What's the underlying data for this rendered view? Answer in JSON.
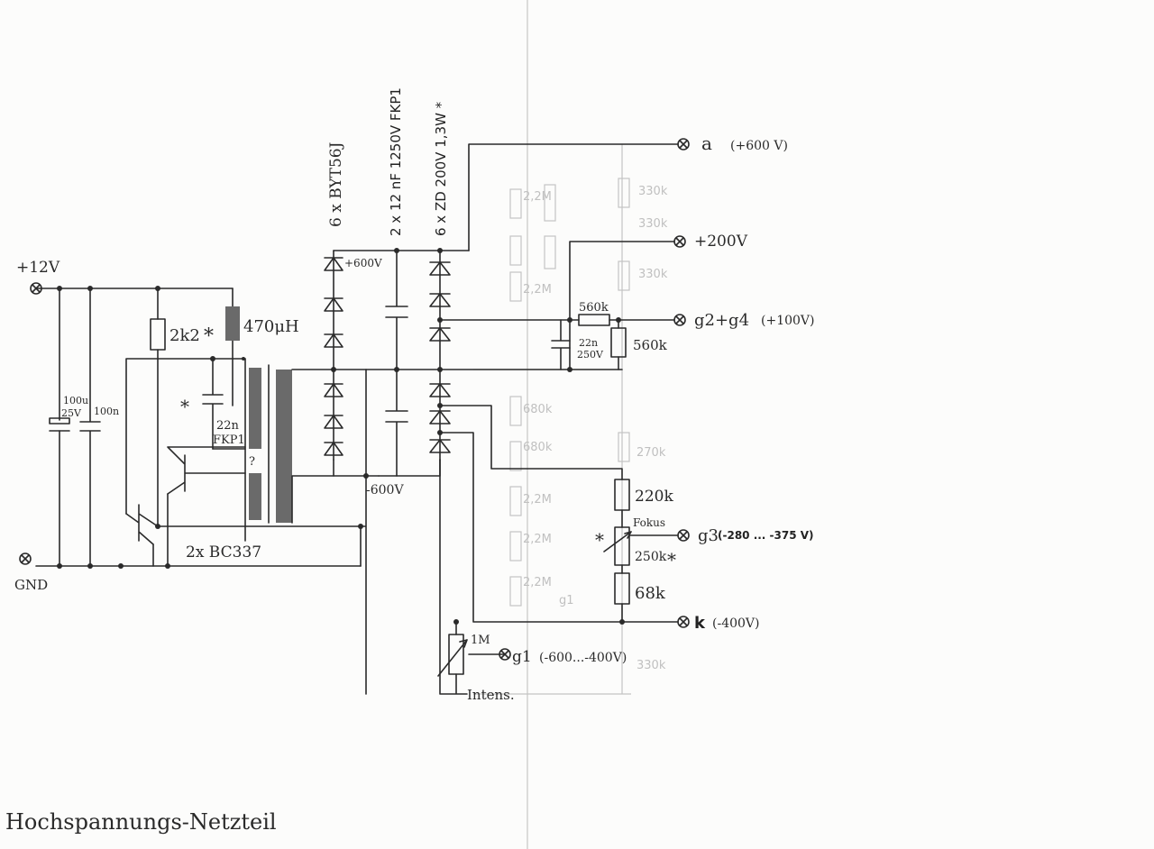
{
  "title": "Hochspannungs-Netzteil",
  "labels": {
    "plus12v": "+12V",
    "gnd": "GND",
    "r_2k2": "2k2",
    "star": "*",
    "l_470uh": "470μH",
    "c_100u": "100u",
    "c_25v": "25V",
    "c_100n": "100n",
    "c_22n": "22n",
    "fkp1": "FKP1",
    "q_mark": "?",
    "bc337": "2x BC337",
    "diodes": "6 x BYT56J",
    "caps": "2 x 12 nF 1250V FKP1",
    "zeners": "6 x ZD 200V 1,3W *",
    "plus600": "+600V",
    "minus600": "-600V",
    "r_560k_a": "560k",
    "r_560k_b": "560k",
    "c_22n_b": "22n",
    "c_250v": "250V",
    "r_220k": "220k",
    "fokus": "Fokus",
    "r_250k": "250k",
    "r_68k": "68k",
    "r_1m": "1M",
    "intens": "Intens.",
    "out_a": "a",
    "out_a_v": "(+600 V)",
    "out_200": "+200V",
    "out_g2g4": "g2+g4",
    "out_g2g4_v": "(+100V)",
    "out_g3": "g3",
    "out_g3_v": "(-280 ... -375 V)",
    "out_k": "k",
    "out_k_v": "(-400V)",
    "out_g1": "g1",
    "out_g1_v": "(-600...-400V)"
  }
}
